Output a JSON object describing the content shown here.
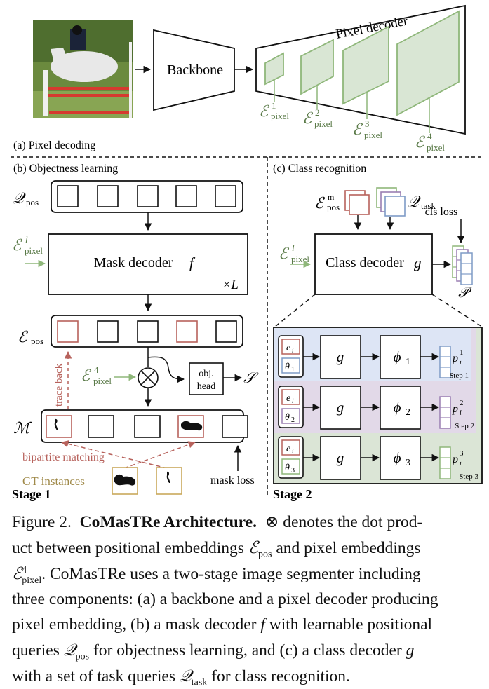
{
  "diagram": {
    "panel_a": {
      "label": "(a) Pixel decoding",
      "backbone_label": "Backbone",
      "pixel_decoder_label": "Pixel decoder",
      "input_image": "horse-jumping-photo",
      "embeddings": [
        {
          "symbol": "ℰ",
          "sup": "1",
          "sub": "pixel"
        },
        {
          "symbol": "ℰ",
          "sup": "2",
          "sub": "pixel"
        },
        {
          "symbol": "ℰ",
          "sup": "3",
          "sub": "pixel"
        },
        {
          "symbol": "ℰ",
          "sup": "4",
          "sub": "pixel"
        }
      ]
    },
    "panel_b": {
      "label": "(b) Objectness learning",
      "q_pos": {
        "symbol": "𝒬",
        "sub": "pos"
      },
      "e_pixel_l": {
        "symbol": "ℰ",
        "sup": "l",
        "sub": "pixel"
      },
      "mask_decoder_label": "Mask decoder",
      "mask_decoder_fn": "f",
      "repeat_label": "×L",
      "e_pos": {
        "symbol": "ℰ",
        "sub": "pos"
      },
      "e_pixel_4": {
        "symbol": "ℰ",
        "sup": "4",
        "sub": "pixel"
      },
      "obj_head_line1": "obj.",
      "obj_head_line2": "head",
      "score_symbol": "𝒮",
      "mask_symbol": "ℳ",
      "trace_back_label": "trace back",
      "bipartite_label": "bipartite matching",
      "gt_label": "GT instances",
      "mask_loss_label": "mask loss",
      "stage_label": "Stage 1",
      "query_count": 5,
      "highlighted_queries": [
        0,
        3
      ]
    },
    "panel_c": {
      "label": "(c) Class recognition",
      "e_pos_m": {
        "symbol": "ℰ",
        "sup": "m",
        "sub": "pos"
      },
      "q_task": {
        "symbol": "𝒬",
        "sub": "task"
      },
      "cls_loss_label": "cls loss",
      "e_pixel_l": {
        "symbol": "ℰ",
        "sup": "l",
        "sub": "pixel"
      },
      "class_decoder_label": "Class decoder",
      "class_decoder_fn": "g",
      "p_symbol": "𝒫",
      "stage_label": "Stage 2",
      "steps": [
        {
          "e": "e",
          "e_sub": "i",
          "theta": "θ",
          "theta_sub": "1",
          "g": "g",
          "phi": "ϕ",
          "phi_sub": "1",
          "p": "p",
          "p_sup": "1",
          "p_sub": "i",
          "step_label": "Step 1",
          "color": "#7f9bc6",
          "bg": "#dde5f5"
        },
        {
          "e": "e",
          "e_sub": "i",
          "theta": "θ",
          "theta_sub": "2",
          "g": "g",
          "phi": "ϕ",
          "phi_sub": "2",
          "p": "p",
          "p_sup": "2",
          "p_sub": "i",
          "step_label": "Step 2",
          "color": "#9a7fb2",
          "bg": "#e2d9e8"
        },
        {
          "e": "e",
          "e_sub": "i",
          "theta": "θ",
          "theta_sub": "3",
          "g": "g",
          "phi": "ϕ",
          "phi_sub": "3",
          "p": "p",
          "p_sup": "3",
          "p_sub": "i",
          "step_label": "Step 3",
          "color": "#8fb77a",
          "bg": "#dbe5d6"
        }
      ]
    },
    "colors": {
      "green": "#8fb77a",
      "green_fill": "#d9e6d4",
      "green_text": "#5a7a48",
      "red": "#b7625c",
      "gold": "#c9a85c",
      "gold_text": "#a08a4a",
      "blue": "#7f9bc6",
      "purple": "#9a7fb2"
    }
  },
  "caption": {
    "figure_label": "Figure 2.",
    "title": "CoMasTRe Architecture.",
    "otimes": "⊗",
    "line1_rest": "denotes the dot prod-",
    "line2_a": "uct between positional embeddings",
    "e_pos_sym": "ℰ",
    "e_pos_sub": "pos",
    "line2_b": "and pixel embeddings",
    "e_pix_sym": "ℰ",
    "e_pix_sup": "4",
    "e_pix_sub": "pixel",
    "line3_rest": ". CoMasTRe uses a two-stage image segmenter including",
    "line4": "three components: (a) a backbone and a pixel decoder producing",
    "line5_a": "pixel embedding, (b) a mask decoder",
    "line5_f": "f",
    "line5_b": "with learnable positional",
    "line6_a": "queries",
    "q_pos_sym": "𝒬",
    "q_pos_sub": "pos",
    "line6_b": "for objectness learning, and (c) a class decoder",
    "line6_g": "g",
    "line7_a": "with a set of task queries",
    "q_task_sym": "𝒬",
    "q_task_sub": "task",
    "line7_b": "for class recognition."
  }
}
